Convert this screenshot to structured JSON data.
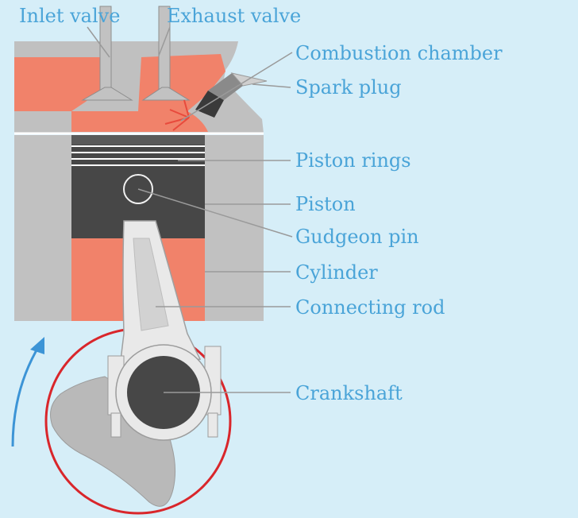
{
  "colors": {
    "background": "#d6eef8",
    "metal_gray": "#b9b9b9",
    "metal_light": "#cfcfcf",
    "combustion": "#f1826a",
    "piston_dark": "#474747",
    "label_text": "#4aa4d8",
    "leader_line": "#9a9a9a",
    "rotation_circle": "#d9262b",
    "rotation_arrow": "#3c94d6"
  },
  "labels": {
    "inlet_valve": "Inlet valve",
    "exhaust_valve": "Exhaust valve",
    "combustion_chamber": "Combustion chamber",
    "spark_plug": "Spark plug",
    "piston_rings": "Piston rings",
    "piston": "Piston",
    "gudgeon_pin": "Gudgeon pin",
    "cylinder": "Cylinder",
    "connecting_rod": "Connecting rod",
    "crankshaft": "Crankshaft"
  }
}
